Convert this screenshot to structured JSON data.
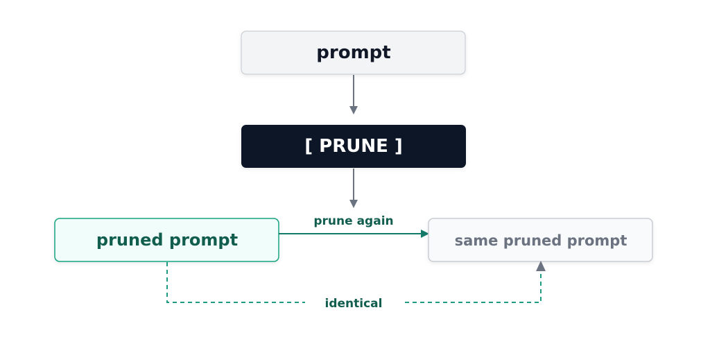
{
  "nodes": {
    "prompt": {
      "label": "prompt"
    },
    "prune": {
      "label": "[ PRUNE ]"
    },
    "pruned": {
      "label": "pruned prompt"
    },
    "same": {
      "label": "same pruned prompt"
    }
  },
  "edges": {
    "prune_again": {
      "label": "prune again"
    },
    "identical": {
      "label": "identical"
    }
  },
  "colors": {
    "prompt_fill": "#f3f4f6",
    "prompt_stroke": "#d1d5db",
    "prompt_text": "#111827",
    "prune_fill": "#111827",
    "prune_text": "#ffffff",
    "pruned_fill": "#f0fdfa",
    "pruned_stroke": "#14a37f",
    "pruned_text": "#115e4f",
    "same_fill": "#f9fafb",
    "same_stroke": "#c9ccd2",
    "same_text": "#6b7280",
    "arrow_gray": "#6b7280",
    "arrow_teal": "#137a6a",
    "dashed_teal": "#1f9b84"
  }
}
